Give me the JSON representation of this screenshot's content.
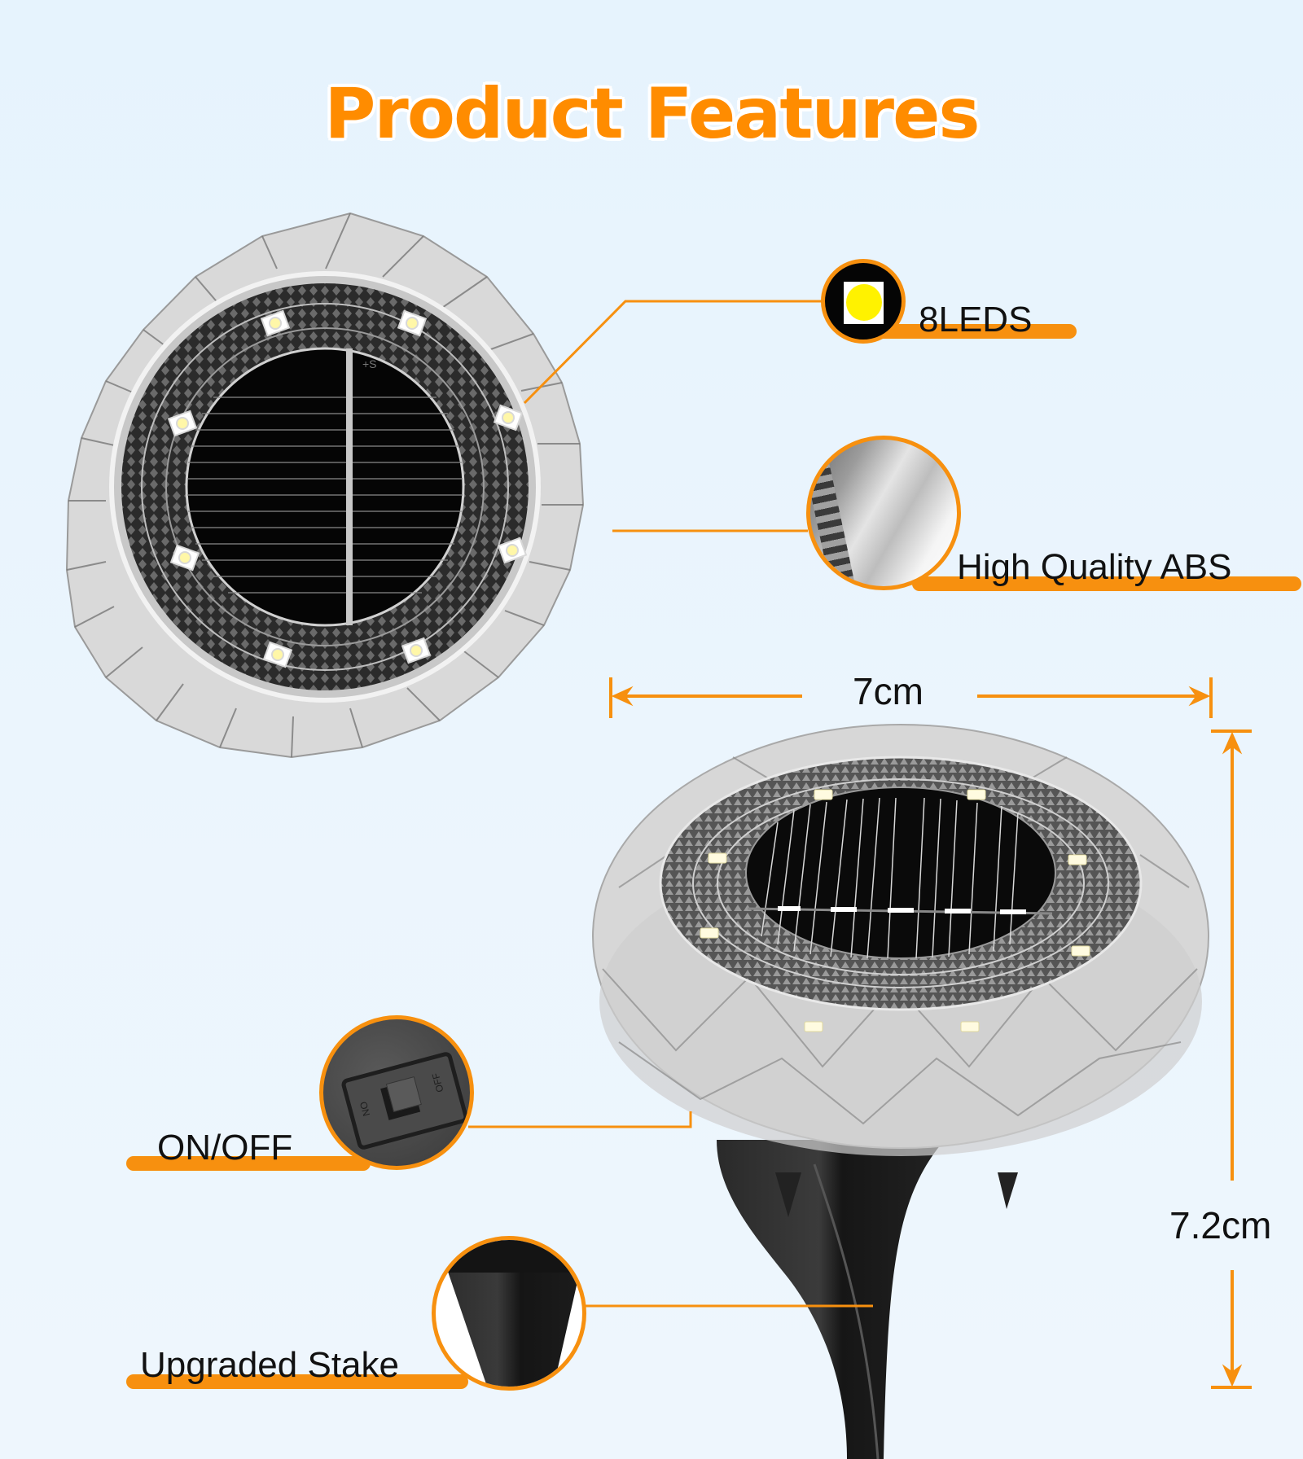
{
  "header": {
    "title": "Product Features"
  },
  "features": [
    {
      "id": "leds",
      "label": "8LEDS",
      "icon": "led-chip-icon"
    },
    {
      "id": "material",
      "label": "High Quality ABS",
      "icon": "crystal-detail-icon"
    },
    {
      "id": "switch",
      "label": "ON/OFF",
      "icon": "switch-detail-icon"
    },
    {
      "id": "stake",
      "label": "Upgraded Stake",
      "icon": "stake-detail-icon"
    }
  ],
  "dimensions": {
    "width": "7cm",
    "height": "7.2cm"
  },
  "switch_detail": {
    "on_text": "ON",
    "off_text": "OFF"
  },
  "solar_marking": "+S",
  "colors": {
    "accent": "#f7900f",
    "title": "#ff8c00",
    "background": "#e8f4fd",
    "led": "#fff200"
  }
}
